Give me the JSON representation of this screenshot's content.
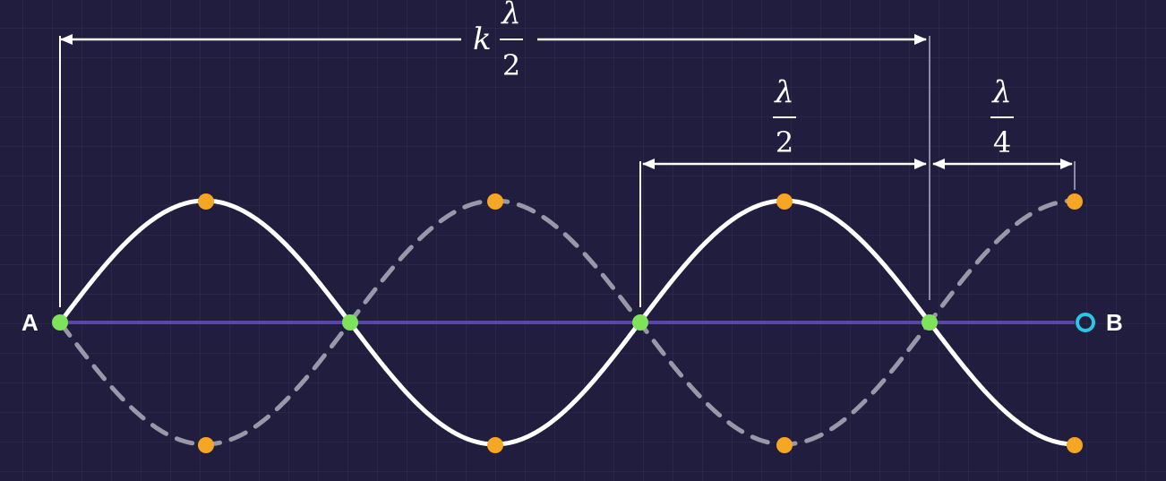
{
  "points": {
    "a_label": "A",
    "b_label": "B"
  },
  "dimensions": {
    "total": {
      "coefficient": "k",
      "numerator": "λ",
      "denominator": "2"
    },
    "half": {
      "numerator": "λ",
      "denominator": "2"
    },
    "quarter": {
      "numerator": "λ",
      "denominator": "4"
    }
  },
  "colors": {
    "background": "#201d3e",
    "string_line": "#5b45a8",
    "solid_wave": "#ffffff",
    "dashed_wave": "#9a98a8",
    "node": "#7ee35a",
    "antinode": "#f5a623",
    "open_end": "#29c6e8",
    "dimension_line": "#ffffff"
  }
}
